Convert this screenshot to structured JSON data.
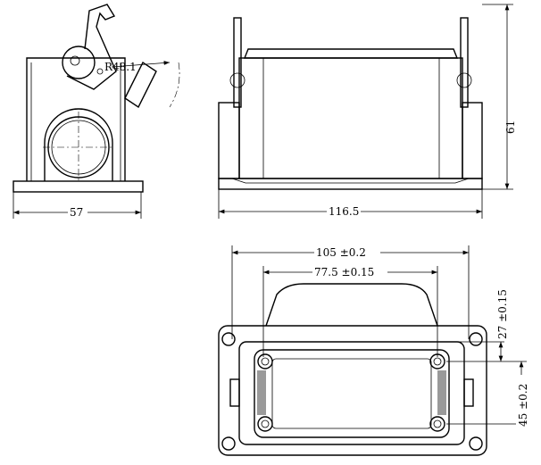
{
  "side_view": {
    "radius_label": "R48.1",
    "width_label": "57"
  },
  "front_view": {
    "width_label": "116.5",
    "height_label": "61"
  },
  "bottom_view": {
    "outer_spacing_label": "105 ±0.2",
    "inner_spacing_label": "77.5 ±0.15",
    "vertical_small_label": "27 ±0.15",
    "vertical_large_label": "45 ±0.2"
  }
}
